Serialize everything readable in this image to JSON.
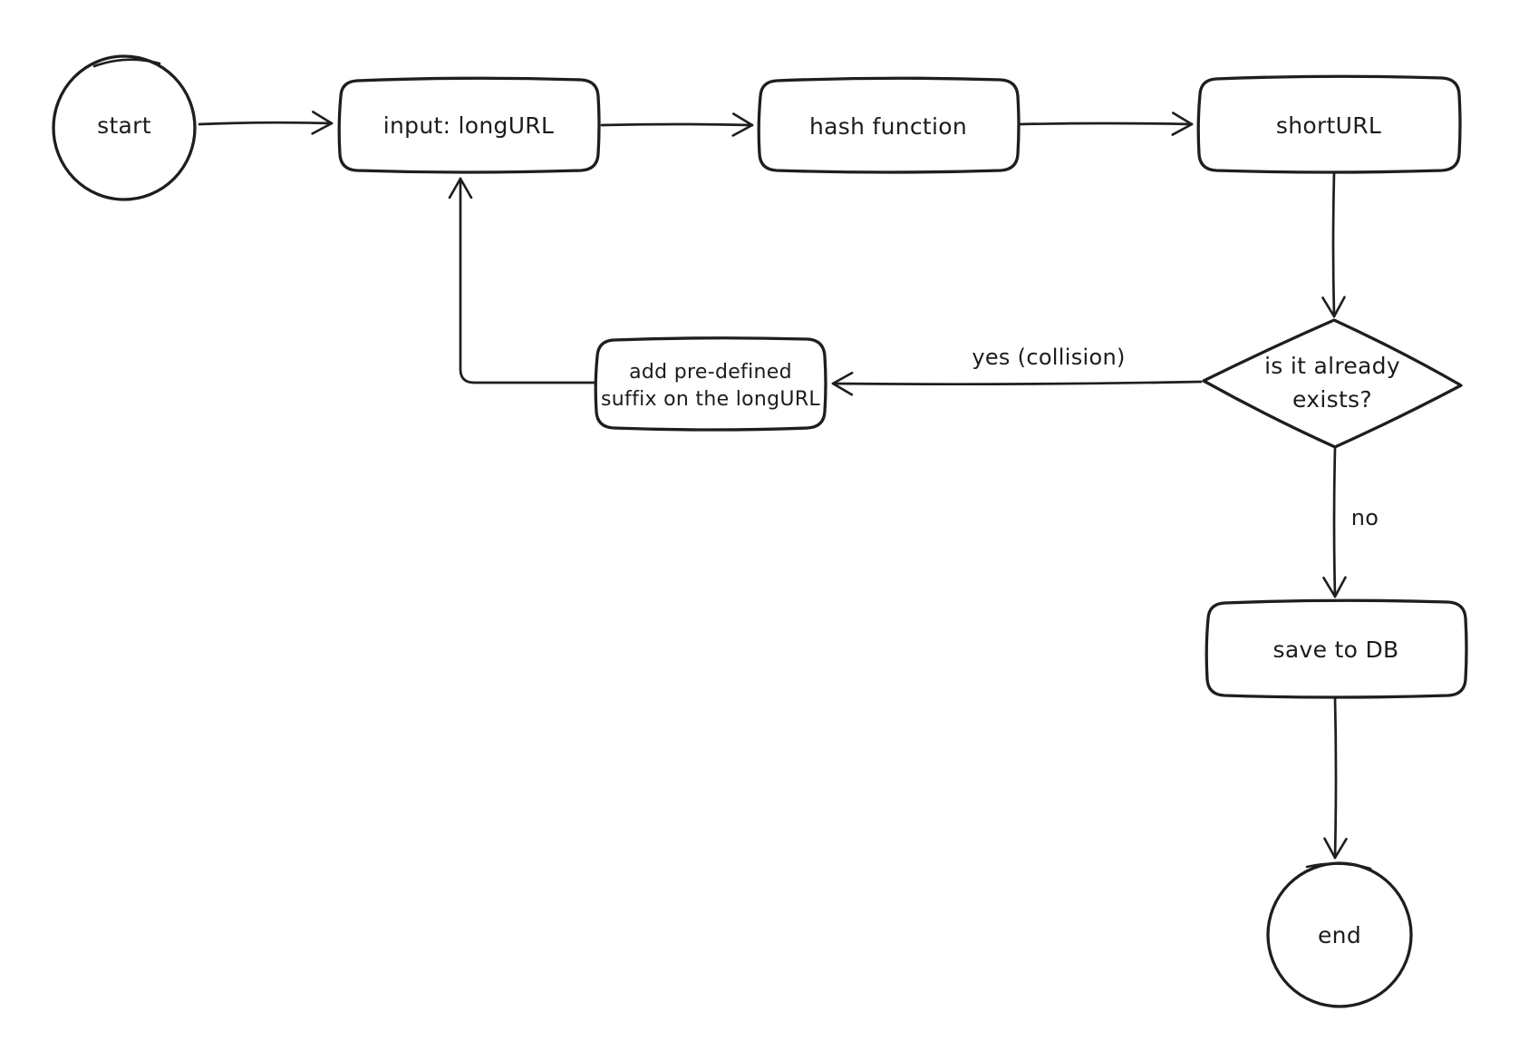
{
  "canvas": {
    "background": "#ffffff",
    "stroke_color": "#1e1e1e",
    "text_color": "#1c1c1c"
  },
  "nodes": {
    "start": {
      "shape": "ellipse",
      "label": "start"
    },
    "input_long_url": {
      "shape": "rounded-rect",
      "label": "input: longURL"
    },
    "hash_function": {
      "shape": "rounded-rect",
      "label": "hash function"
    },
    "short_url": {
      "shape": "rounded-rect",
      "label": "shortURL"
    },
    "exists_decision": {
      "shape": "diamond",
      "lines": [
        "is it already",
        "exists?"
      ]
    },
    "add_suffix": {
      "shape": "rounded-rect",
      "lines": [
        "add pre-defined",
        "suffix on the longURL"
      ]
    },
    "save_to_db": {
      "shape": "rounded-rect",
      "label": "save to DB"
    },
    "end": {
      "shape": "ellipse",
      "label": "end"
    }
  },
  "edge_labels": {
    "yes": "yes (collision)",
    "no": "no"
  }
}
